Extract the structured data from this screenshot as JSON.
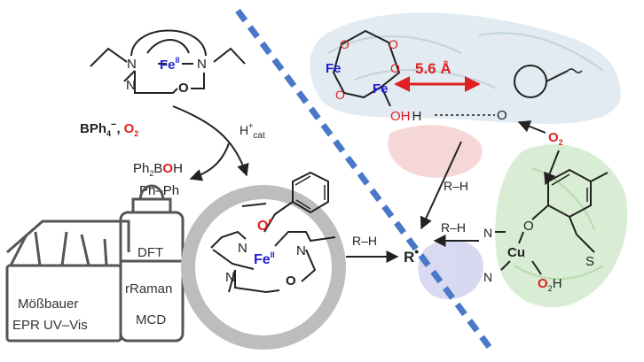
{
  "complex": {
    "metal": "Fe",
    "ox_top": "II",
    "n_left": "N",
    "n_right": "N",
    "n_bottom": "N",
    "o_ring": "O"
  },
  "reagents": {
    "anion": "BPh",
    "anion_sub": "4",
    "anion_charge": "−",
    "comma": ",",
    "oxygen": "O",
    "oxygen_sub": "2"
  },
  "catalyst": {
    "label": "H",
    "sup": "+",
    "sub": "cat"
  },
  "byproducts": {
    "boron_left": "Ph",
    "boron_sub": "2",
    "boron_b": "B",
    "boron_o": "O",
    "boron_h": "H",
    "biphenyl": "Ph–Ph"
  },
  "toolbox": {
    "techniques": [
      "DFT",
      "rRaman",
      "MCD",
      "Mößbauer",
      "EPR UV–Vis"
    ]
  },
  "center_complex": {
    "oxyl": "O",
    "metal": "Fe",
    "ox": "II",
    "n1": "N",
    "n2": "N",
    "n3": "N",
    "o": "O"
  },
  "reaction": {
    "rh_center": "R–H",
    "radical": "R",
    "rh_cu": "R–H",
    "rh_enzyme": "R–H"
  },
  "enzyme_top": {
    "fe1": "Fe",
    "fe2": "Fe",
    "o_labels": [
      "O",
      "O",
      "O",
      "O"
    ],
    "distance": "5.6 Å",
    "hydroxo": "OH",
    "h": "H",
    "tyr_o": "O",
    "o2": "O",
    "o2_sub": "2"
  },
  "enzyme_bottom": {
    "cu": "Cu",
    "n1": "N",
    "n2": "N",
    "o_phenoxyl": "O",
    "s": "S",
    "water_o": "O",
    "water_h": "H",
    "water_sub": "2"
  },
  "colors": {
    "iron": "#1f1fd6",
    "oxygen": "#e02020",
    "divider": "#4a78c8",
    "ring": "#bdbdbd",
    "toolbox": "#555555"
  }
}
